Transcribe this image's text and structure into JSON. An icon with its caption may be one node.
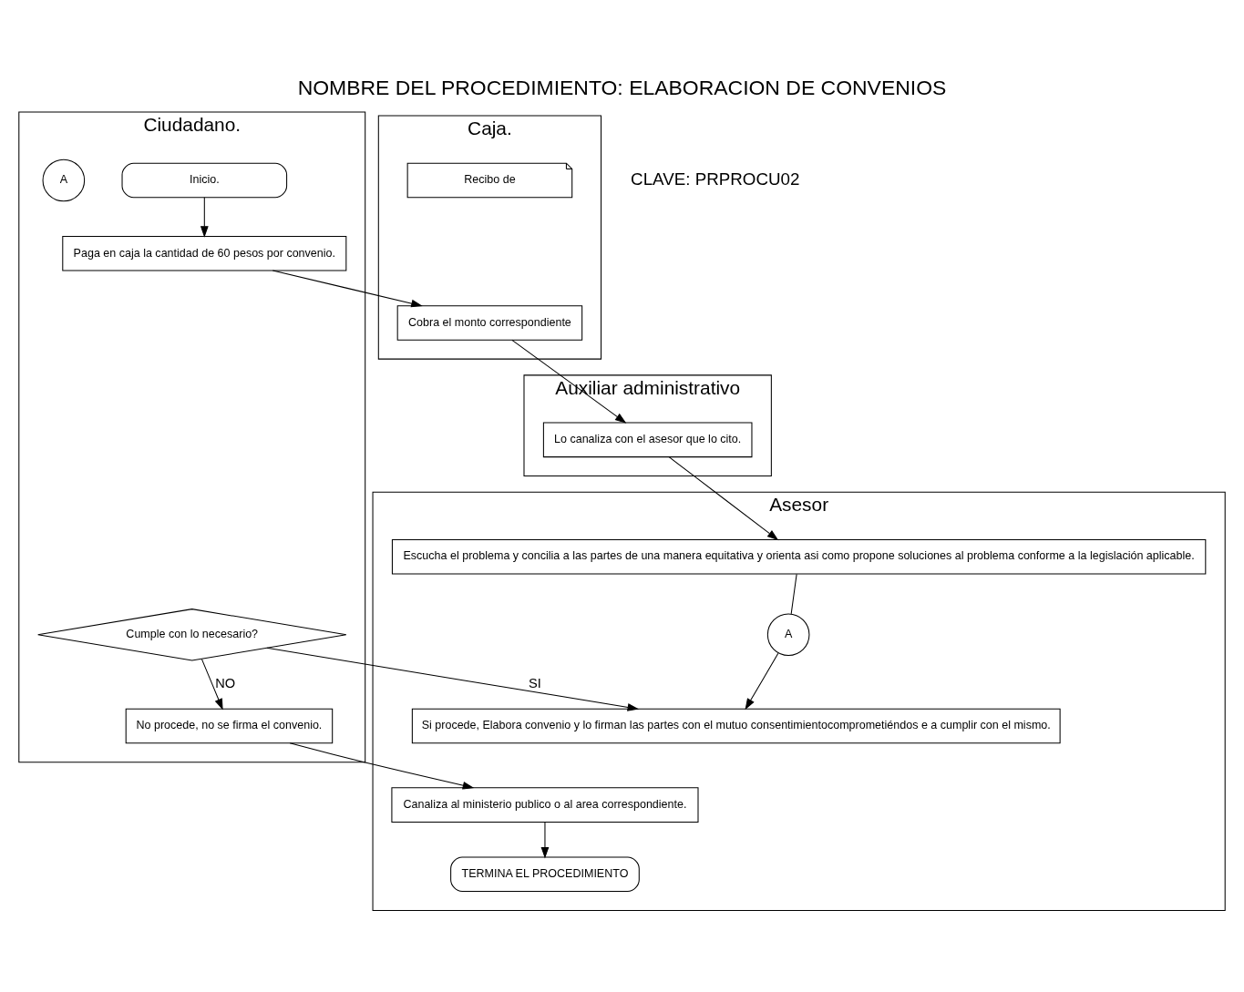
{
  "diagram": {
    "title": "NOMBRE DEL PROCEDIMIENTO: ELABORACION DE CONVENIOS",
    "nodes": [
      {
        "text": [
          "Ciudadano."
        ]
      },
      {
        "text": [
          "Caja."
        ]
      },
      {
        "text": [
          "Auxiliar administrativo"
        ]
      },
      {
        "text": [
          "Asesor"
        ]
      },
      {
        "text": [
          "Inicio."
        ],
        "in": 0
      },
      {
        "text": [
          "Paga en caja la cantidad de 60 pesos por convenio."
        ],
        "in": 0
      },
      {
        "text": [
          "Cobra el monto correspondiente"
        ],
        "in": 1
      },
      {
        "text": [
          "Recibo de"
        ],
        "in": 1
      },
      {
        "text": [
          "Lo canaliza con el asesor que lo cito."
        ],
        "in": 2
      },
      {
        "text": [
          "Escucha el problema y concilia a las partes de una manera equitativa y orienta asi como propone soluciones al problema conforme a la legislación aplicable."
        ],
        "in": 3
      },
      {
        "text": [
          "A"
        ],
        "in": 0
      },
      {
        "text": [
          "Cumple con lo necesario?"
        ],
        "in": 0
      },
      {
        "text": [
          "No procede, no se firma el convenio."
        ],
        "in": 0
      },
      {
        "text": [
          "A"
        ],
        "in": 3
      },
      {
        "text": [
          "Si procede, Elabora convenio y lo firman las partes con el mutuo consentimientocomprometiéndos e a cumplir con el mismo."
        ],
        "in": 3
      },
      {
        "text": [
          "Canaliza al ministerio publico o al area correspondiente."
        ],
        "in": 3
      },
      {
        "text": [
          "TERMINA EL PROCEDIMIENTO"
        ],
        "in": 3
      }
    ],
    "edges": [
      {
        "from": 4,
        "to": 5,
        "arrow": "to"
      },
      {
        "from": 5,
        "to": 6,
        "arrow": "to"
      },
      {
        "from": 6,
        "to": 8,
        "arrow": "to"
      },
      {
        "from": 8,
        "to": 9,
        "arrow": "to"
      },
      {
        "from": 9,
        "to": 13,
        "arrow": "none"
      },
      {
        "from": 13,
        "to": 14,
        "arrow": "to"
      },
      {
        "from": 11,
        "to": 14,
        "arrow": "to",
        "label": "SI"
      },
      {
        "from": 11,
        "to": 12,
        "arrow": "to",
        "label": "NO"
      },
      {
        "from": 12,
        "to": 15,
        "arrow": "to"
      },
      {
        "from": 15,
        "to": 16,
        "arrow": "to"
      }
    ],
    "labels": [
      "CLAVE: PRPROCU02"
    ]
  }
}
